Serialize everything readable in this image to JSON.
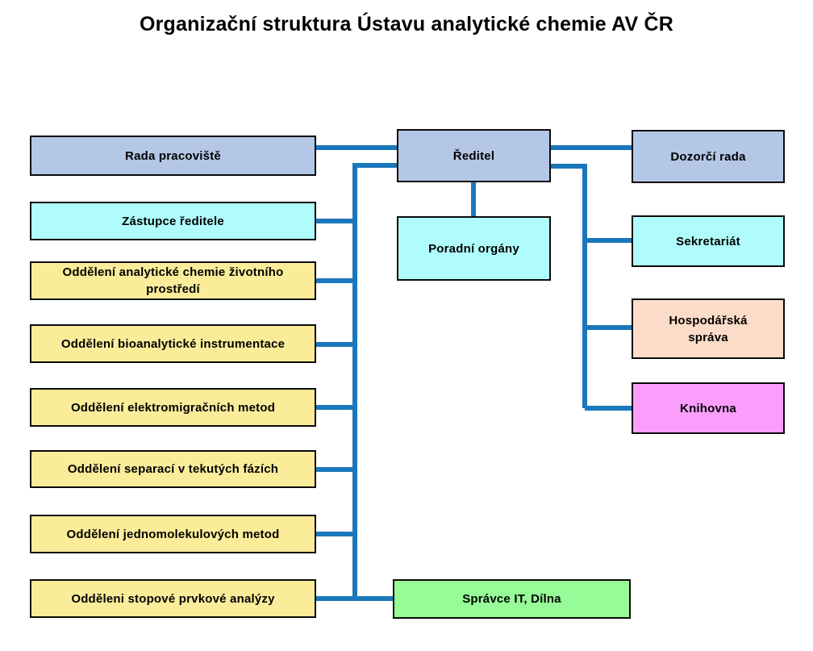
{
  "title": "Organizační struktura Ústavu analytické chemie AV ČR",
  "palette": {
    "connector_line": "#1b77bc",
    "lavender": "#b4c7e7",
    "cyan": "#b0fcfc",
    "yellow": "#fbec9a",
    "peach": "#fcdcc8",
    "magenta": "#fb9efb",
    "green": "#97fb97",
    "border": "#0a0a0a",
    "text": "#000000"
  },
  "nodes": {
    "rada_pracoviste": {
      "label": "Rada pracoviště",
      "color": "#b4c7e7"
    },
    "zastupce_reditele": {
      "label": "Zástupce ředitele",
      "color": "#b0fcfc"
    },
    "odd_analyticke_chemie": {
      "label": "Oddělení analytické chemie životního prostředí",
      "color": "#fbec9a"
    },
    "odd_bioanalyticke": {
      "label": "Oddělení bioanalytické instrumentace",
      "color": "#fbec9a"
    },
    "odd_elektromigracni": {
      "label": "Oddělení elektromigračních metod",
      "color": "#fbec9a"
    },
    "odd_separaci": {
      "label": "Oddělení separací v tekutých fázích",
      "color": "#fbec9a"
    },
    "odd_jednomolekulove": {
      "label": "Oddělení jednomolekulových metod",
      "color": "#fbec9a"
    },
    "odd_stopove": {
      "label": "Odděleni stopové prvkové analýzy",
      "color": "#fbec9a"
    },
    "reditel": {
      "label": "Ředitel",
      "color": "#b4c7e7"
    },
    "poradni_organy": {
      "label": "Poradní orgány",
      "color": "#b0fcfc"
    },
    "spravce_it_dilna": {
      "label": "Správce IT, Dílna",
      "color": "#97fb97"
    },
    "dozorci_rada": {
      "label": "Dozorčí rada",
      "color": "#b4c7e7"
    },
    "sekretariat": {
      "label": "Sekretariát",
      "color": "#b0fcfc"
    },
    "hospodarska_sprava": {
      "label": "Hospodářská správa",
      "color": "#fcdcc8"
    },
    "knihovna": {
      "label": "Knihovna",
      "color": "#fb9efb"
    }
  }
}
